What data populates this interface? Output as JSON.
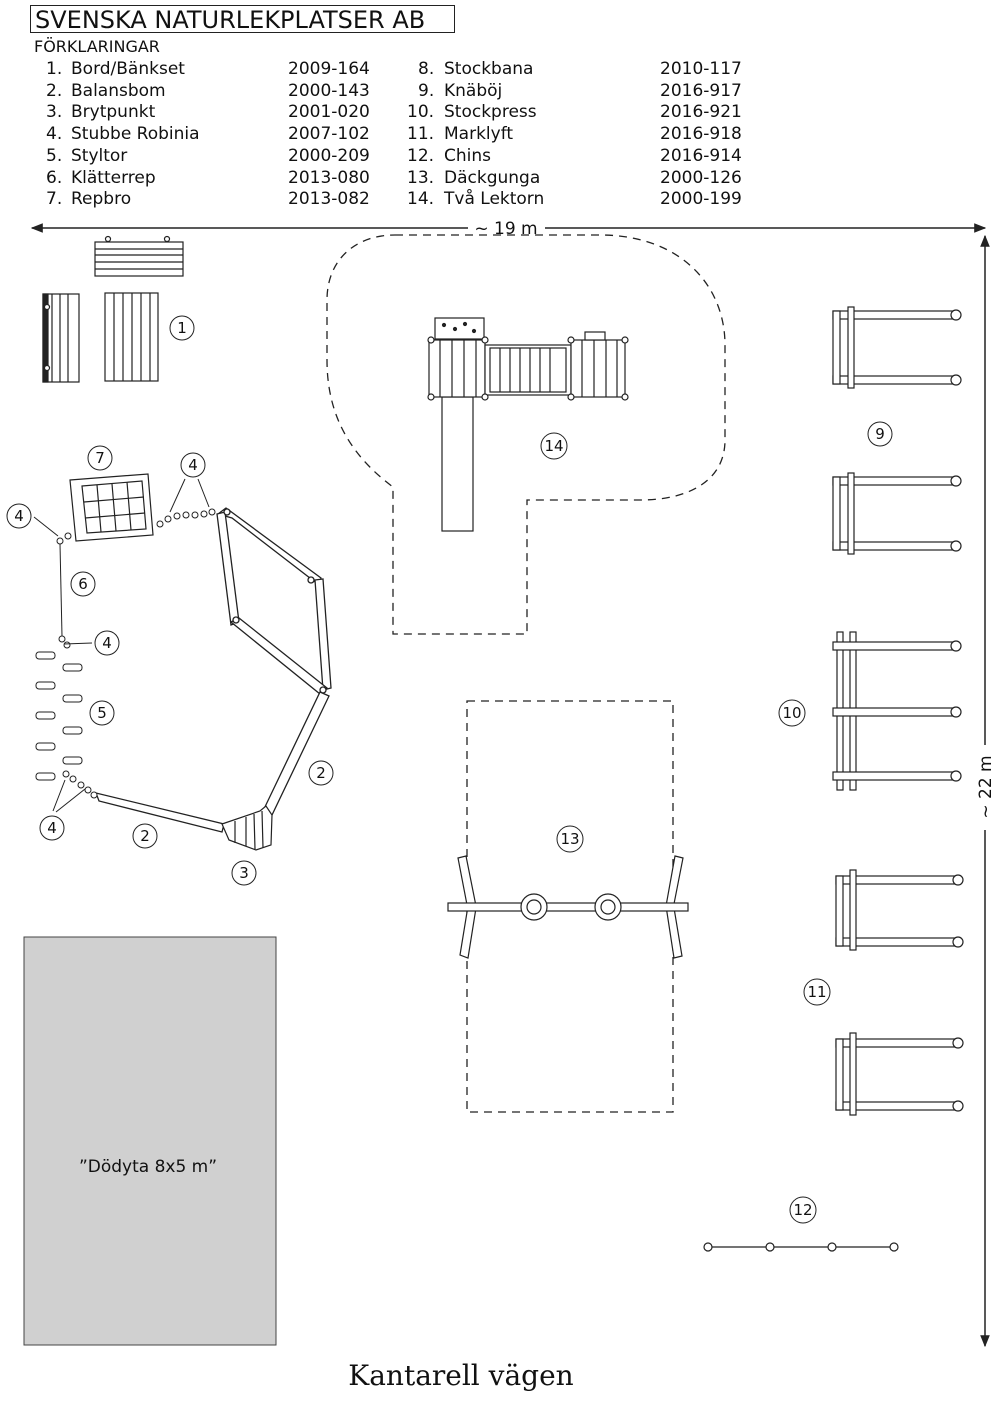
{
  "company": "SVENSKA NATURLEKPLATSER AB",
  "legend_title": "FÖRKLARINGAR",
  "legend": [
    {
      "num": "1.",
      "name": "Bord/Bänkset",
      "code": "2009-164"
    },
    {
      "num": "2.",
      "name": "Balansbom",
      "code": "2000-143"
    },
    {
      "num": "3.",
      "name": "Brytpunkt",
      "code": "2001-020"
    },
    {
      "num": "4.",
      "name": "Stubbe Robinia",
      "code": "2007-102"
    },
    {
      "num": "5.",
      "name": "Styltor",
      "code": "2000-209"
    },
    {
      "num": "6.",
      "name": "Klätterrep",
      "code": "2013-080"
    },
    {
      "num": "7.",
      "name": "Repbro",
      "code": "2013-082"
    },
    {
      "num": "8.",
      "name": "Stockbana",
      "code": "2010-117"
    },
    {
      "num": "9.",
      "name": "Knäböj",
      "code": "2016-917"
    },
    {
      "num": "10.",
      "name": "Stockpress",
      "code": "2016-921"
    },
    {
      "num": "11.",
      "name": "Marklyft",
      "code": "2016-918"
    },
    {
      "num": "12.",
      "name": "Chins",
      "code": "2016-914"
    },
    {
      "num": "13.",
      "name": "Däckgunga",
      "code": "2000-126"
    },
    {
      "num": "14.",
      "name": "Två Lektorn",
      "code": "2000-199"
    }
  ],
  "width_label": "~ 19 m",
  "height_label": "~ 22 m",
  "dead_zone_label": "”Dödyta 8x5 m”",
  "road_label": "Kantarell vägen",
  "markers": [
    "1",
    "2",
    "2",
    "3",
    "4",
    "4",
    "4",
    "4",
    "5",
    "6",
    "7",
    "9",
    "10",
    "11",
    "12",
    "13",
    "14"
  ]
}
